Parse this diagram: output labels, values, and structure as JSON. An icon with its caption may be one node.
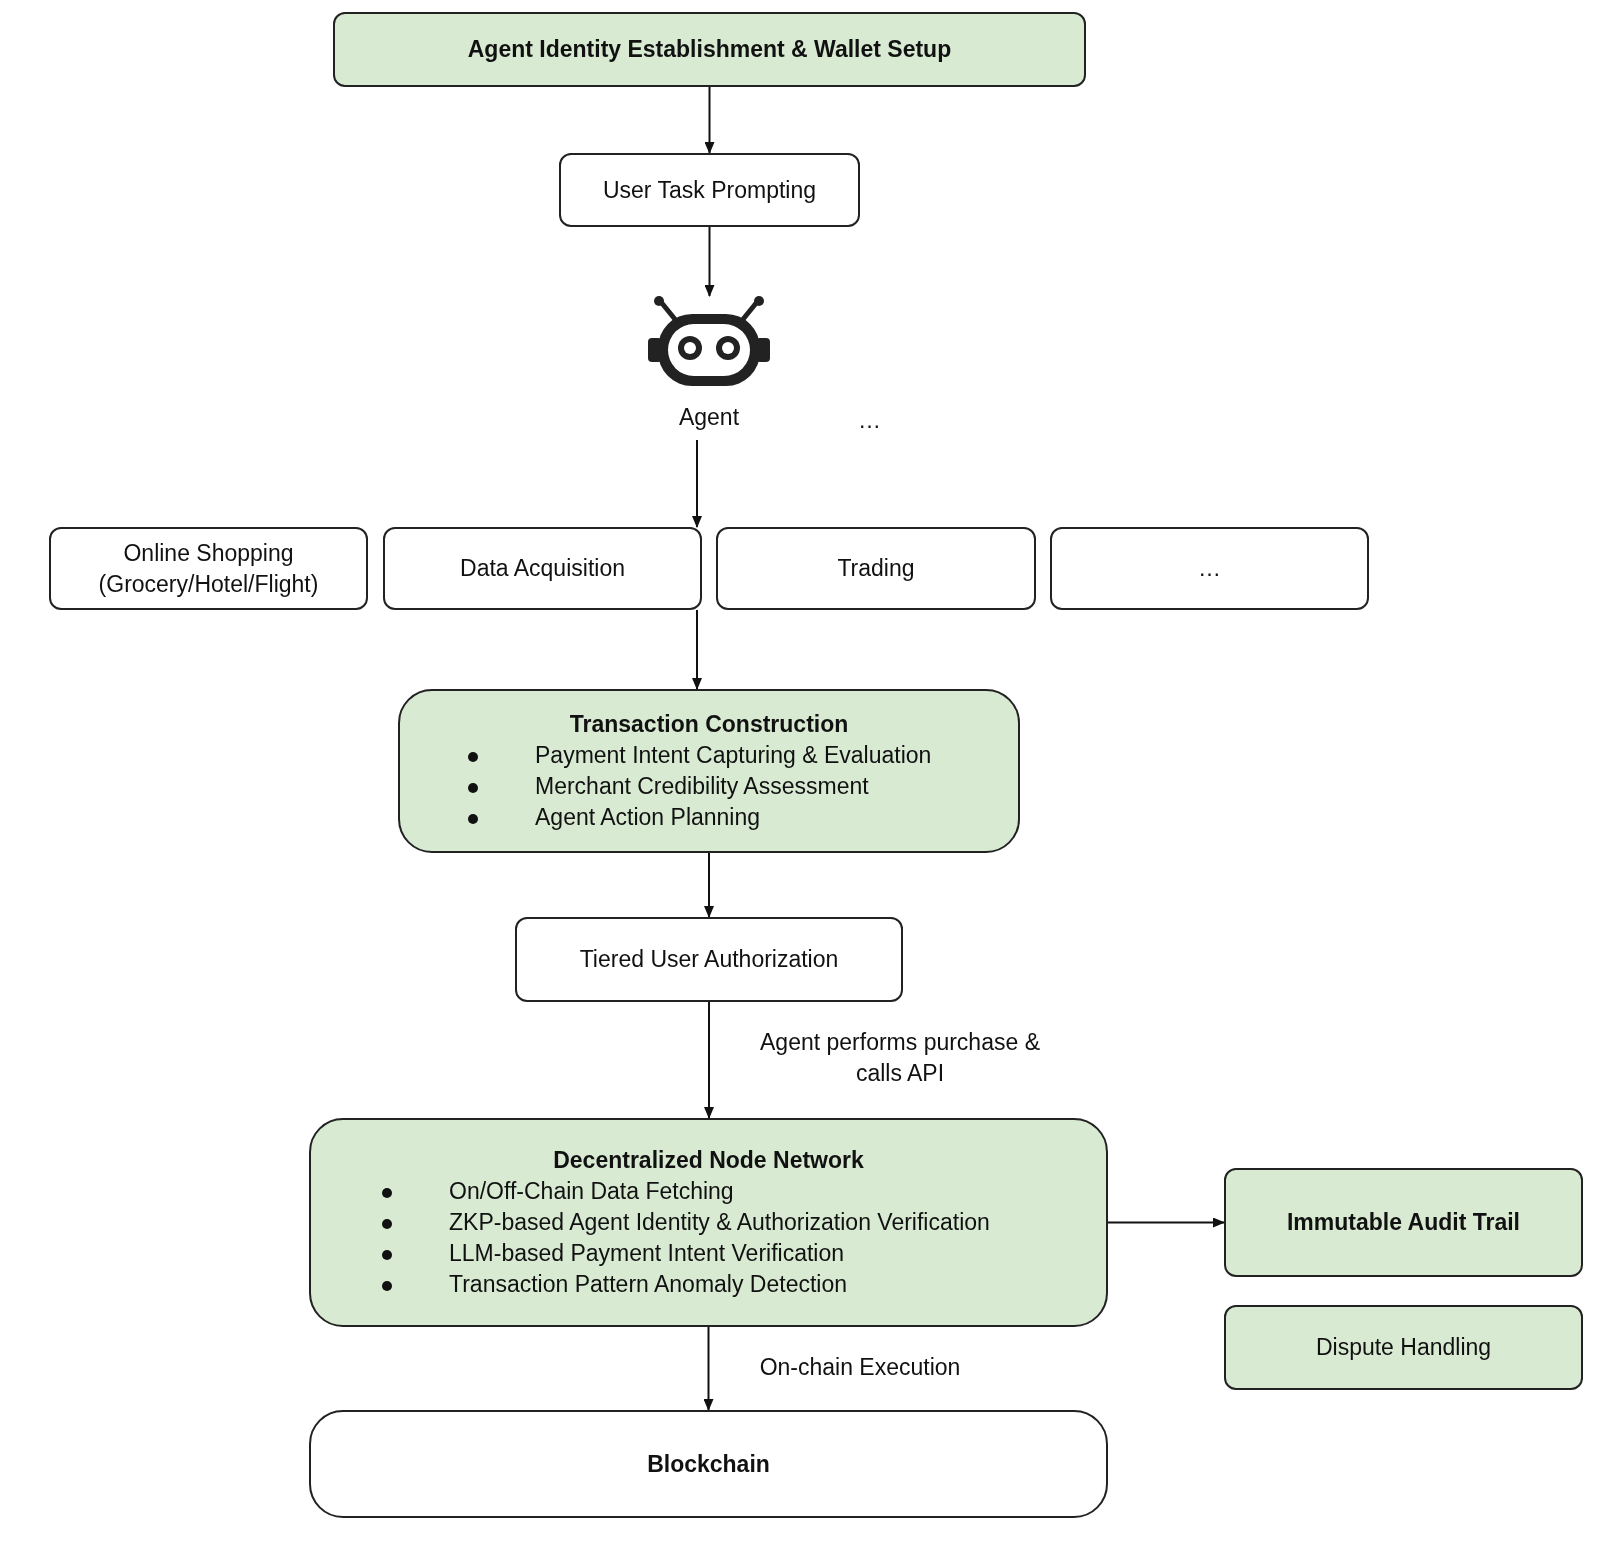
{
  "diagram": {
    "nodes": [
      {
        "text": [
          "Agent Identity Establishment & Wallet Setup"
        ]
      },
      {
        "text": [
          "User Task Prompting"
        ]
      },
      {
        "text": [
          "Agent"
        ]
      },
      {
        "text": [
          "Online Shopping (Grocery/Hotel/Flight)"
        ]
      },
      {
        "text": [
          "Data Acquisition"
        ]
      },
      {
        "text": [
          "Trading"
        ]
      },
      {
        "text": [
          "…"
        ]
      },
      {
        "text": [
          "Transaction Construction",
          "Payment Intent Capturing & Evaluation",
          "Merchant Credibility Assessment",
          "Agent Action Planning"
        ]
      },
      {
        "text": [
          "Tiered User Authorization"
        ]
      },
      {
        "text": [
          "Decentralized Node Network",
          "On/Off-Chain Data Fetching",
          "ZKP-based Agent Identity & Authorization Verification",
          "LLM-based Payment Intent Verification",
          "Transaction Pattern Anomaly Detection"
        ]
      },
      {
        "text": [
          "Immutable Audit Trail"
        ]
      },
      {
        "text": [
          "Dispute Handling"
        ]
      },
      {
        "text": [
          "Blockchain"
        ]
      }
    ],
    "edges": [
      {
        "from": 0,
        "to": 1,
        "arrow": "to"
      },
      {
        "from": 1,
        "to": 2,
        "arrow": "to"
      },
      {
        "from": 2,
        "to": 4,
        "arrow": "to"
      },
      {
        "from": 4,
        "to": 7,
        "arrow": "to"
      },
      {
        "from": 7,
        "to": 8,
        "arrow": "to"
      },
      {
        "from": 8,
        "to": 9,
        "label": "Agent performs purchase & calls API",
        "arrow": "to"
      },
      {
        "from": 9,
        "to": 10,
        "arrow": "to"
      },
      {
        "from": 9,
        "to": 12,
        "label": "On-chain Execution",
        "arrow": "to"
      }
    ],
    "labels": [
      "…"
    ]
  }
}
